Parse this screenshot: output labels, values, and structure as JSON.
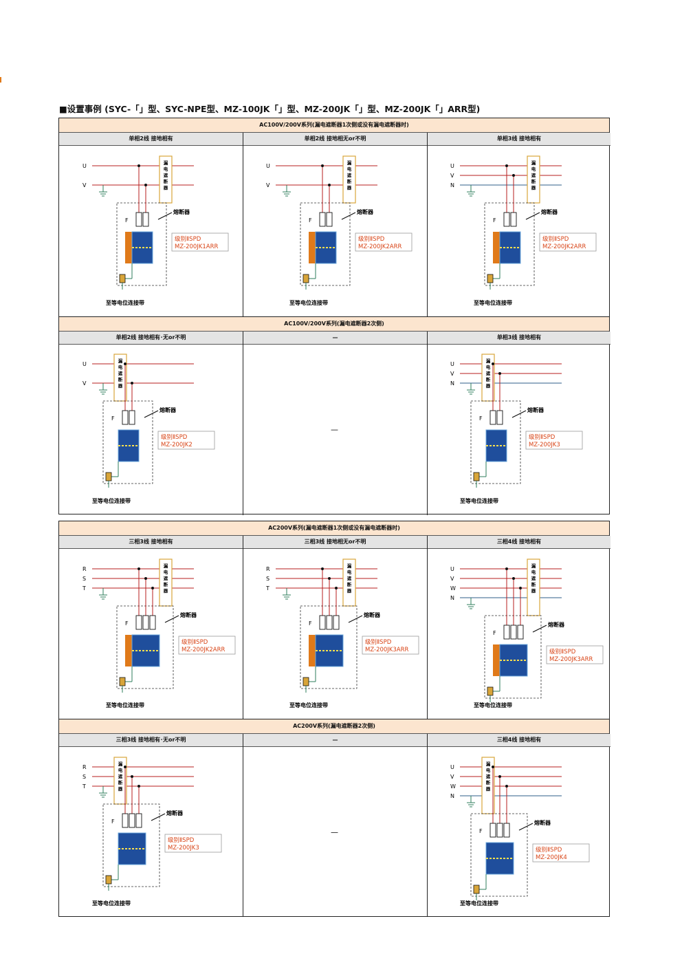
{
  "page_title": "■设置事例 (SYC-「」型、SYC-NPE型、MZ-100JK「」型、MZ-200JK「」型、MZ-200JK「」ARR型)",
  "colors": {
    "header_bg": "#fce5cf",
    "subheader_bg": "#e4e4e4",
    "wire": "#b71c1c",
    "neutral": "#2e5e8a",
    "spd_body": "#1f4e9c",
    "label_red": "#d84315",
    "breaker_border": "#d8a53a"
  },
  "labels": {
    "breaker": [
      "漏",
      "电",
      "遮",
      "断",
      "器"
    ],
    "fuse": "熔断器",
    "f": "F",
    "ground": "至等电位连接带",
    "spd_class": "级别ⅡSPD",
    "dash": "—"
  },
  "sections": [
    {
      "header": "AC100V/200V系列(漏电遮断器1次侧或没有漏电遮断器时)",
      "cells": [
        {
          "title": "单相2线 接地相有",
          "phases": [
            "U",
            "V"
          ],
          "model": "MZ-200JK1ARR"
        },
        {
          "title": "单相2线 接地相无or不明",
          "phases": [
            "U",
            "V"
          ],
          "model": "MZ-200JK2ARR"
        },
        {
          "title": "单相3线 接地相有",
          "phases": [
            "U",
            "V",
            "N"
          ],
          "model": "MZ-200JK2ARR"
        }
      ]
    },
    {
      "header": "AC100V/200V系列(漏电遮断器2次侧)",
      "cells": [
        {
          "title": "单相2线 接地相有･无or不明",
          "phases": [
            "U",
            "V"
          ],
          "model": "MZ-200JK2"
        },
        {
          "title": "—",
          "empty": true
        },
        {
          "title": "单相3线 接地相有",
          "phases": [
            "U",
            "V",
            "N"
          ],
          "model": "MZ-200JK3"
        }
      ]
    },
    {
      "header": "AC200V系列(漏电遮断器1次侧或没有漏电遮断器时)",
      "cells": [
        {
          "title": "三相3线 接地相有",
          "phases": [
            "R",
            "S",
            "T"
          ],
          "model": "MZ-200JK2ARR"
        },
        {
          "title": "三相3线 接地相无or不明",
          "phases": [
            "R",
            "S",
            "T"
          ],
          "model": "MZ-200JK3ARR"
        },
        {
          "title": "三相4线 接地相有",
          "phases": [
            "U",
            "V",
            "W",
            "N"
          ],
          "model": "MZ-200JK3ARR"
        }
      ]
    },
    {
      "header": "AC200V系列(漏电遮断器2次侧)",
      "cells": [
        {
          "title": "三相3线 接地相有･无or不明",
          "phases": [
            "R",
            "S",
            "T"
          ],
          "model": "MZ-200JK3"
        },
        {
          "title": "—",
          "empty": true
        },
        {
          "title": "三相4线 接地相有",
          "phases": [
            "U",
            "V",
            "W",
            "N"
          ],
          "model": "MZ-200JK4"
        }
      ]
    }
  ]
}
